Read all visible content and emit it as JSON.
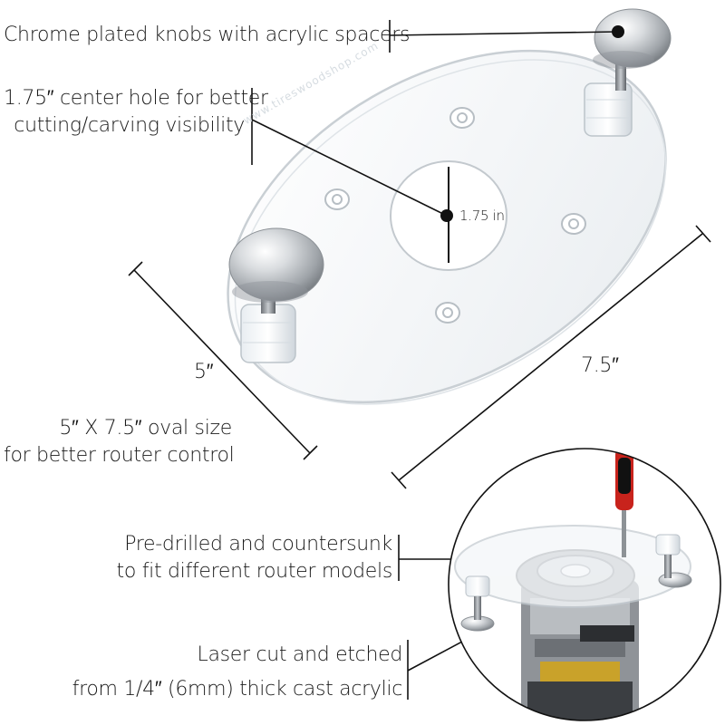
{
  "labels": {
    "knobs": "Chrome plated knobs with acrylic spacers",
    "center_hole_line1": "1.75″ center hole for better",
    "center_hole_line2": "cutting/carving visibility",
    "hole_dimension": "1.75 in",
    "width": "5″",
    "length": "7.5″",
    "oval_line1": "5″ X 7.5″ oval size",
    "oval_line2": "for better router control",
    "predrilled_line1": "Pre-drilled and countersunk",
    "predrilled_line2": "to fit different router models",
    "laser_line1": "Laser cut and etched",
    "laser_line2": "from 1/4″ (6mm) thick cast acrylic"
  },
  "etched_logo_text": "www.tireswoodshop.com",
  "colors": {
    "text": "#1a1a1a",
    "line": "#111111",
    "acrylic_edge": "#c9cfd4",
    "chrome": "#b8bcc0"
  }
}
